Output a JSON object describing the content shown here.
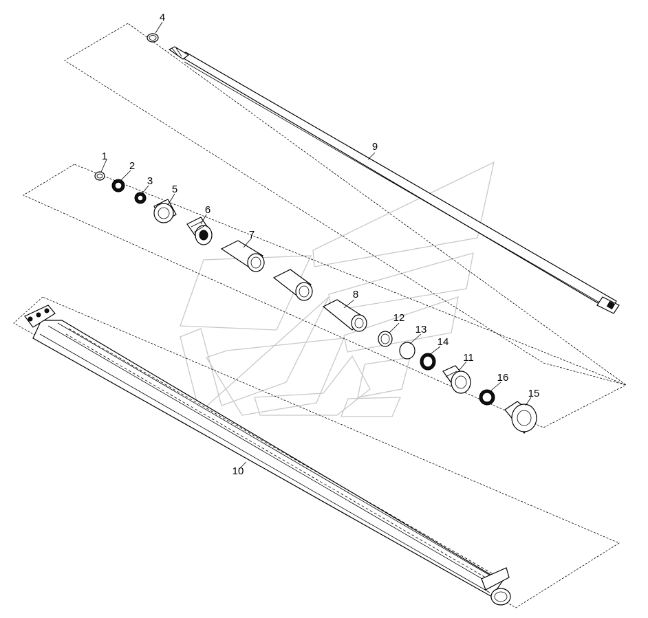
{
  "diagram": {
    "callouts": [
      {
        "id": "part-1",
        "text": "1"
      },
      {
        "id": "part-2",
        "text": "2"
      },
      {
        "id": "part-3",
        "text": "3"
      },
      {
        "id": "part-4",
        "text": "4"
      },
      {
        "id": "part-5",
        "text": "5"
      },
      {
        "id": "part-6",
        "text": "6"
      },
      {
        "id": "part-7",
        "text": "7"
      },
      {
        "id": "part-8",
        "text": "8"
      },
      {
        "id": "part-9",
        "text": "9"
      },
      {
        "id": "part-10",
        "text": "10"
      },
      {
        "id": "part-11",
        "text": "11"
      },
      {
        "id": "part-12",
        "text": "12"
      },
      {
        "id": "part-13",
        "text": "13"
      },
      {
        "id": "part-14",
        "text": "14"
      },
      {
        "id": "part-15",
        "text": "15"
      },
      {
        "id": "part-16",
        "text": "16"
      }
    ],
    "line_color": "#000000",
    "watermark_color": "#c8c8c8",
    "watermark_icon": "stylized-logo-watermark"
  }
}
